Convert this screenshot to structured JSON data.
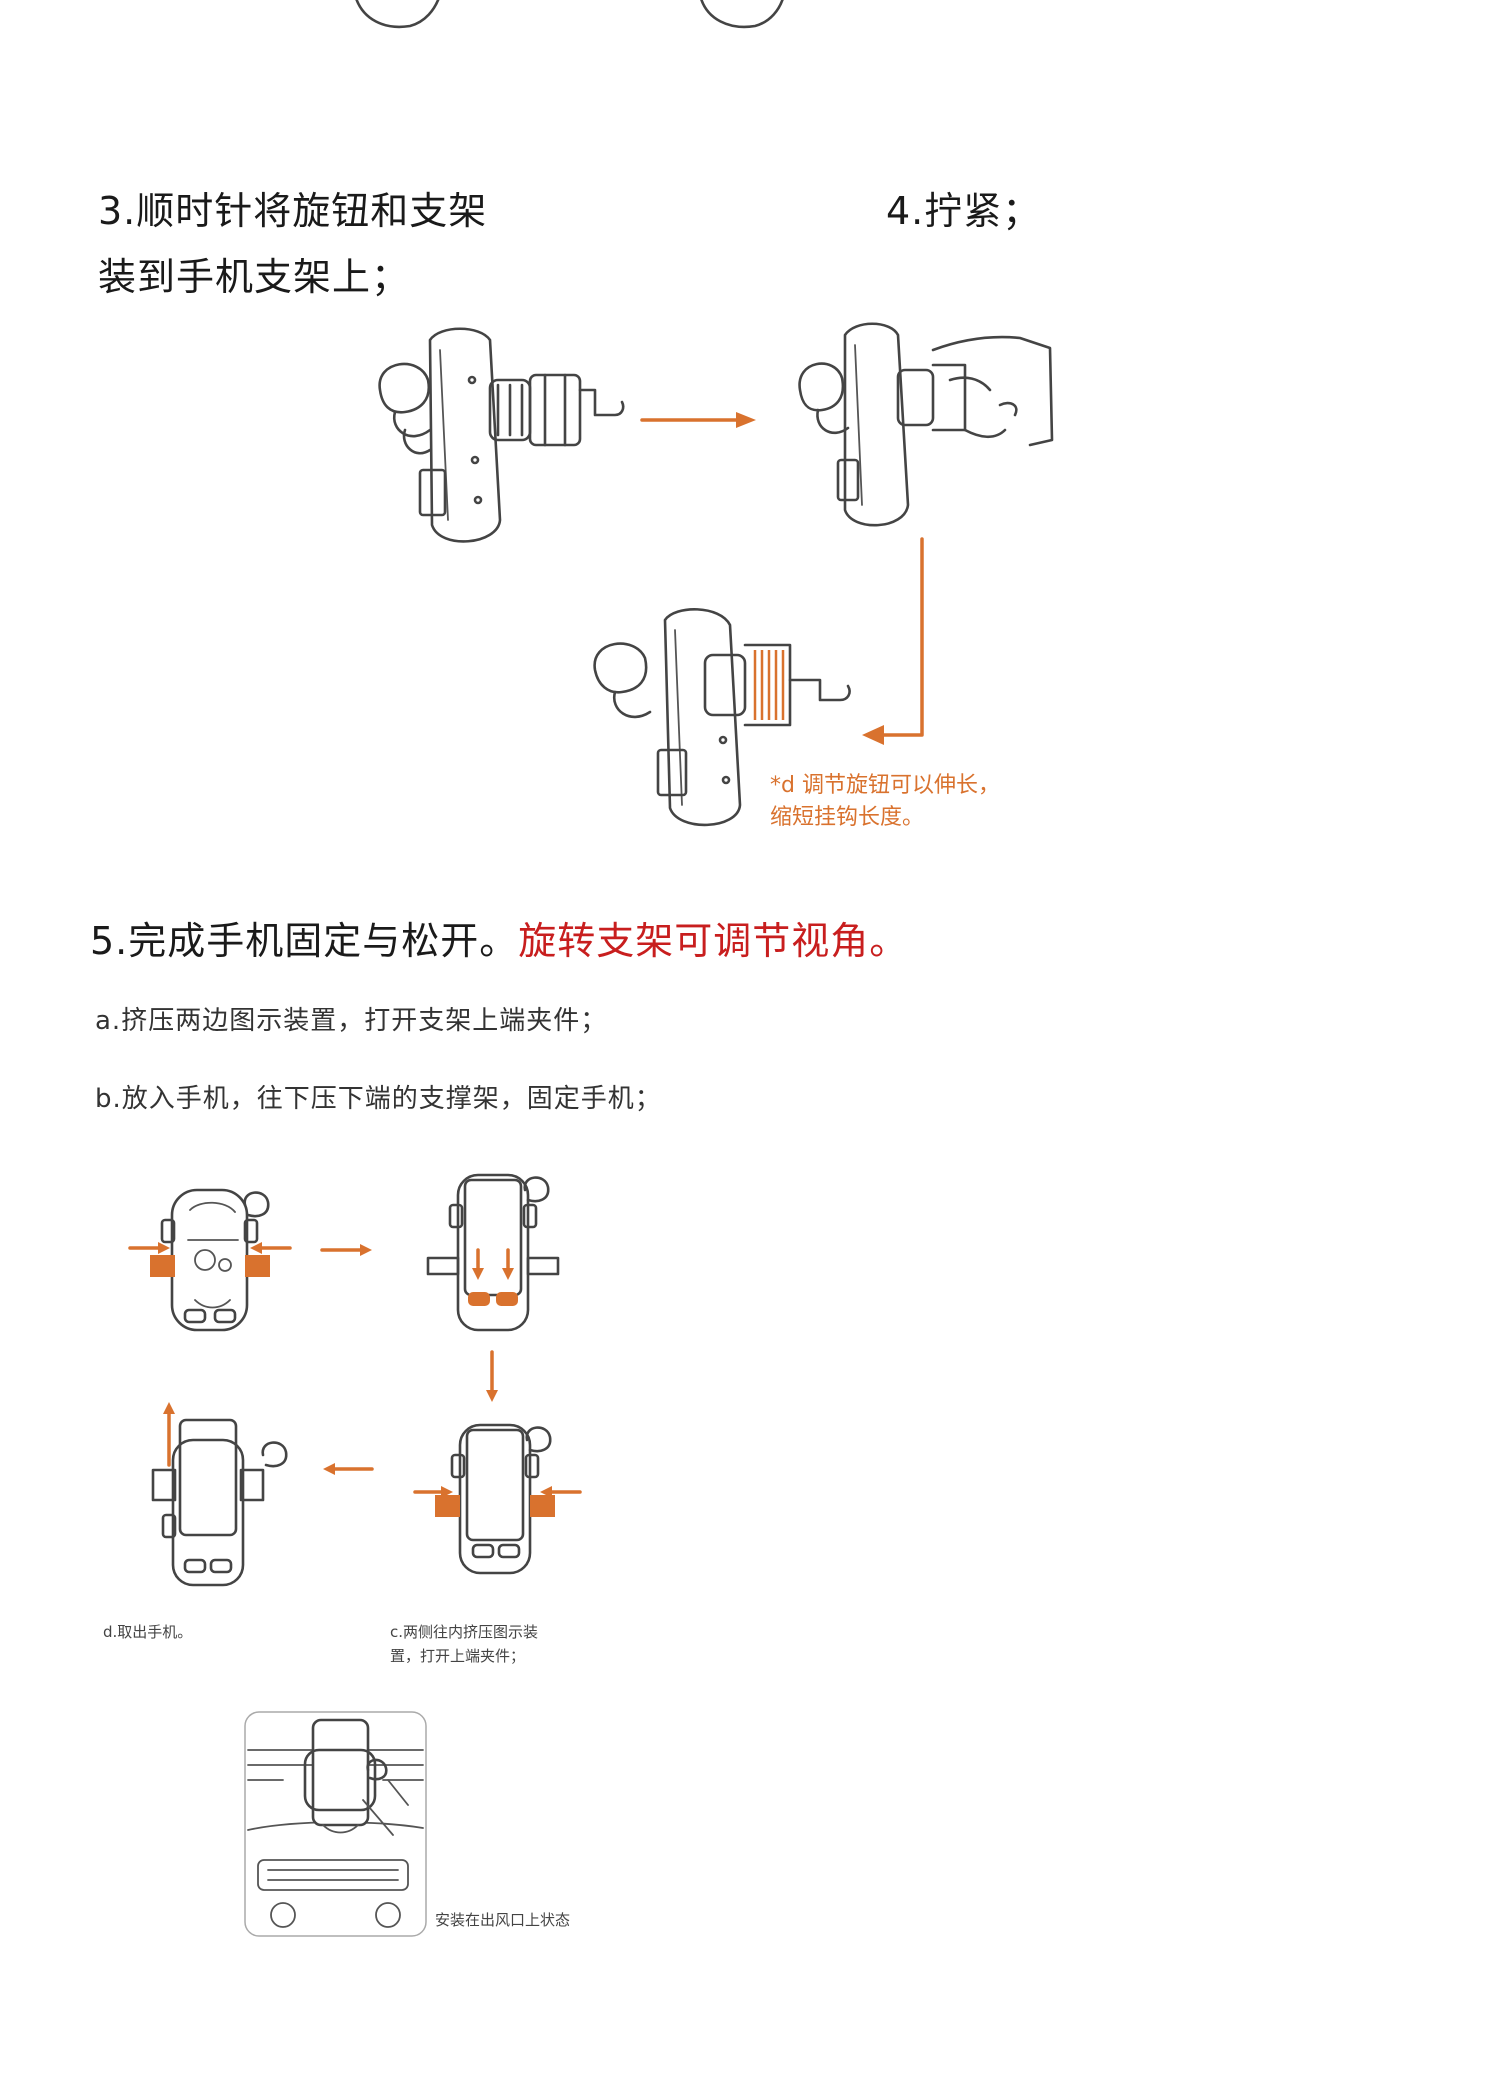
{
  "step3": {
    "title_line1": "3.顺时针将旋钮和支架",
    "title_line2": "装到手机支架上；"
  },
  "step4": {
    "title": "4.拧紧；"
  },
  "note_d": {
    "line1": "*d 调节旋钮可以伸长，",
    "line2": "缩短挂钩长度。"
  },
  "step5": {
    "title": "5.完成手机固定与松开。",
    "title_highlight": "旋转支架可调节视角。",
    "a": "a.挤压两边图示装置，打开支架上端夹件；",
    "b": "b.放入手机，往下压下端的支撑架，固定手机；"
  },
  "captions": {
    "d": "d.取出手机。",
    "c_line1": "c.两侧往内挤压图示装",
    "c_line2": "置，打开上端夹件；",
    "installed": "安装在出风口上状态"
  },
  "colors": {
    "accent": "#d9722e",
    "highlight": "#c81e1e",
    "line": "#444444"
  },
  "icons": [
    "right-arrow-icon",
    "down-arrow-icon",
    "left-arrow-icon",
    "up-arrow-icon",
    "phone-holder-illustration",
    "vent-install-illustration"
  ]
}
